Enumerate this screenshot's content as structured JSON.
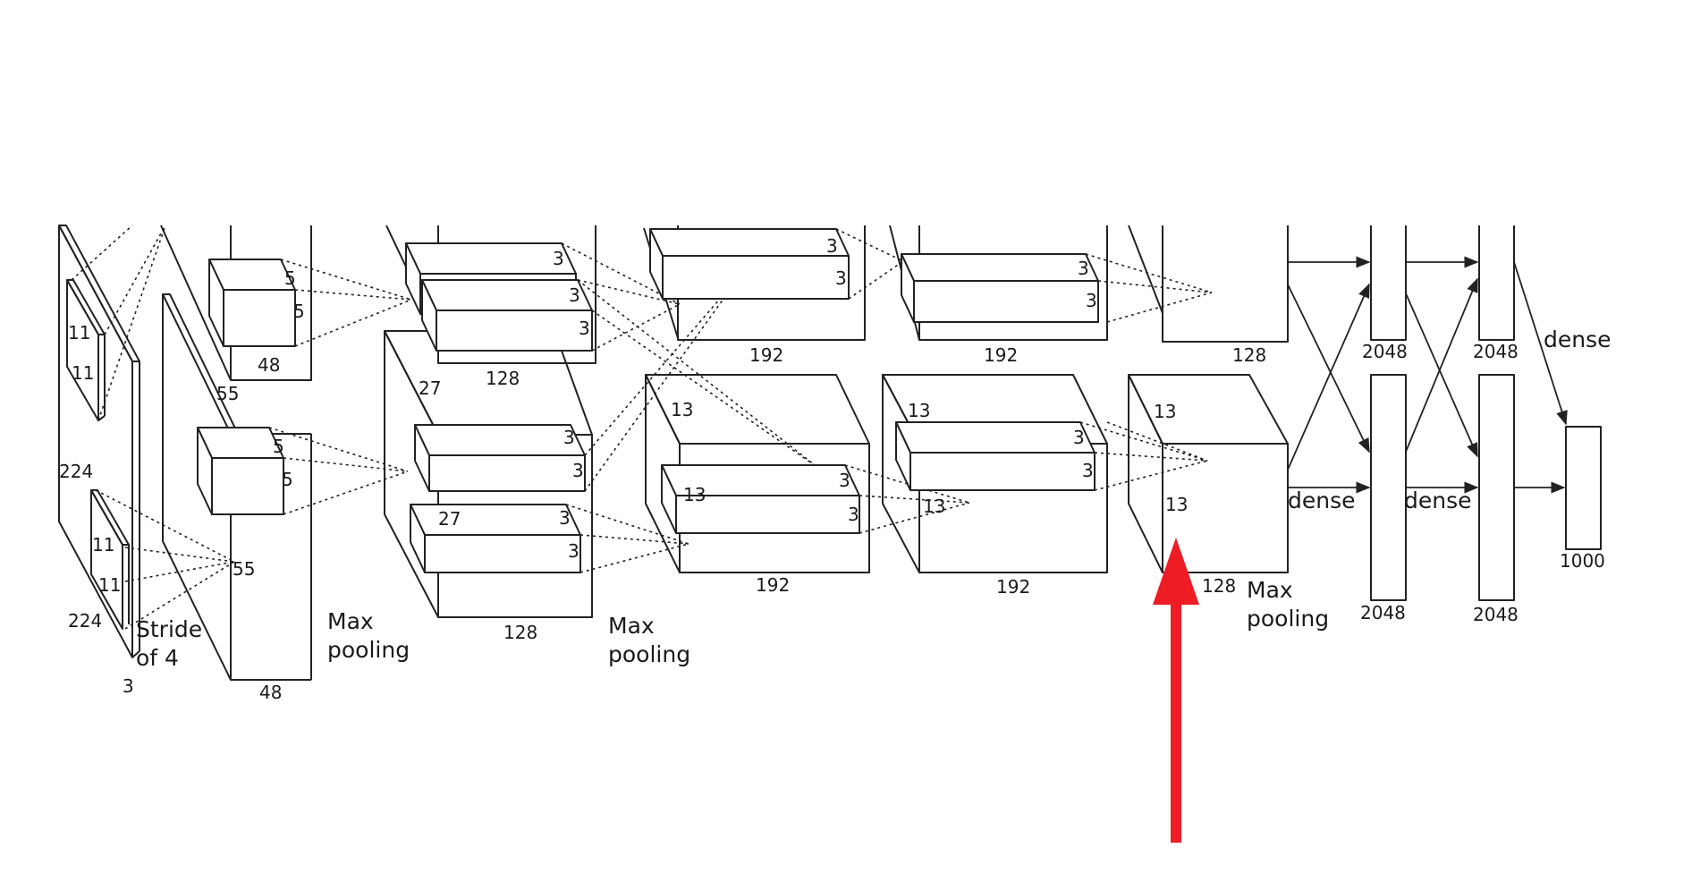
{
  "colors": {
    "line": "#222222",
    "arrow": "#ee1c25",
    "background": "#ffffff"
  },
  "input": {
    "size_h": "224",
    "size_w": "224",
    "depth": "3",
    "kernel_a": "11",
    "kernel_b": "11",
    "kernel_c": "11",
    "kernel_d": "11",
    "stride_line1": "Stride",
    "stride_line2": "of 4"
  },
  "conv1": {
    "top_kernel_a": "5",
    "top_kernel_b": "5",
    "top_depth": "48",
    "bot_kernel_a": "5",
    "bot_kernel_b": "5",
    "bot_depth": "48",
    "size": "55",
    "point_size": "55",
    "pool_line1": "Max",
    "pool_line2": "pooling"
  },
  "conv2": {
    "top_k1": "3",
    "top_k2": "3",
    "top_k3": "3",
    "top_depth": "128",
    "size": "27",
    "bot_k1": "3",
    "bot_k2": "3",
    "bot_k3": "3",
    "bot_k4": "3",
    "bot_inner_size": "27",
    "bot_depth": "128",
    "pool_line1": "Max",
    "pool_line2": "pooling"
  },
  "conv3": {
    "top_k1": "3",
    "top_k2": "3",
    "top_depth": "192",
    "bot_size": "13",
    "bot_inner_size": "13",
    "bot_k1": "3",
    "bot_k2": "3",
    "bot_depth": "192"
  },
  "conv4": {
    "top_k1": "3",
    "top_k2": "3",
    "top_depth": "192",
    "bot_size": "13",
    "bot_k1": "3",
    "bot_k2": "3",
    "bot_point": "13",
    "bot_depth": "192"
  },
  "conv5": {
    "top_depth": "128",
    "bot_size_a": "13",
    "bot_size_b": "13",
    "bot_depth": "128",
    "pool_line1": "Max",
    "pool_line2": "pooling"
  },
  "fc": {
    "fc6_top": "2048",
    "fc6_bot": "2048",
    "fc7_top": "2048",
    "fc7_bot": "2048",
    "dense_1": "dense",
    "dense_2": "dense",
    "dense_3": "dense",
    "output": "1000"
  }
}
